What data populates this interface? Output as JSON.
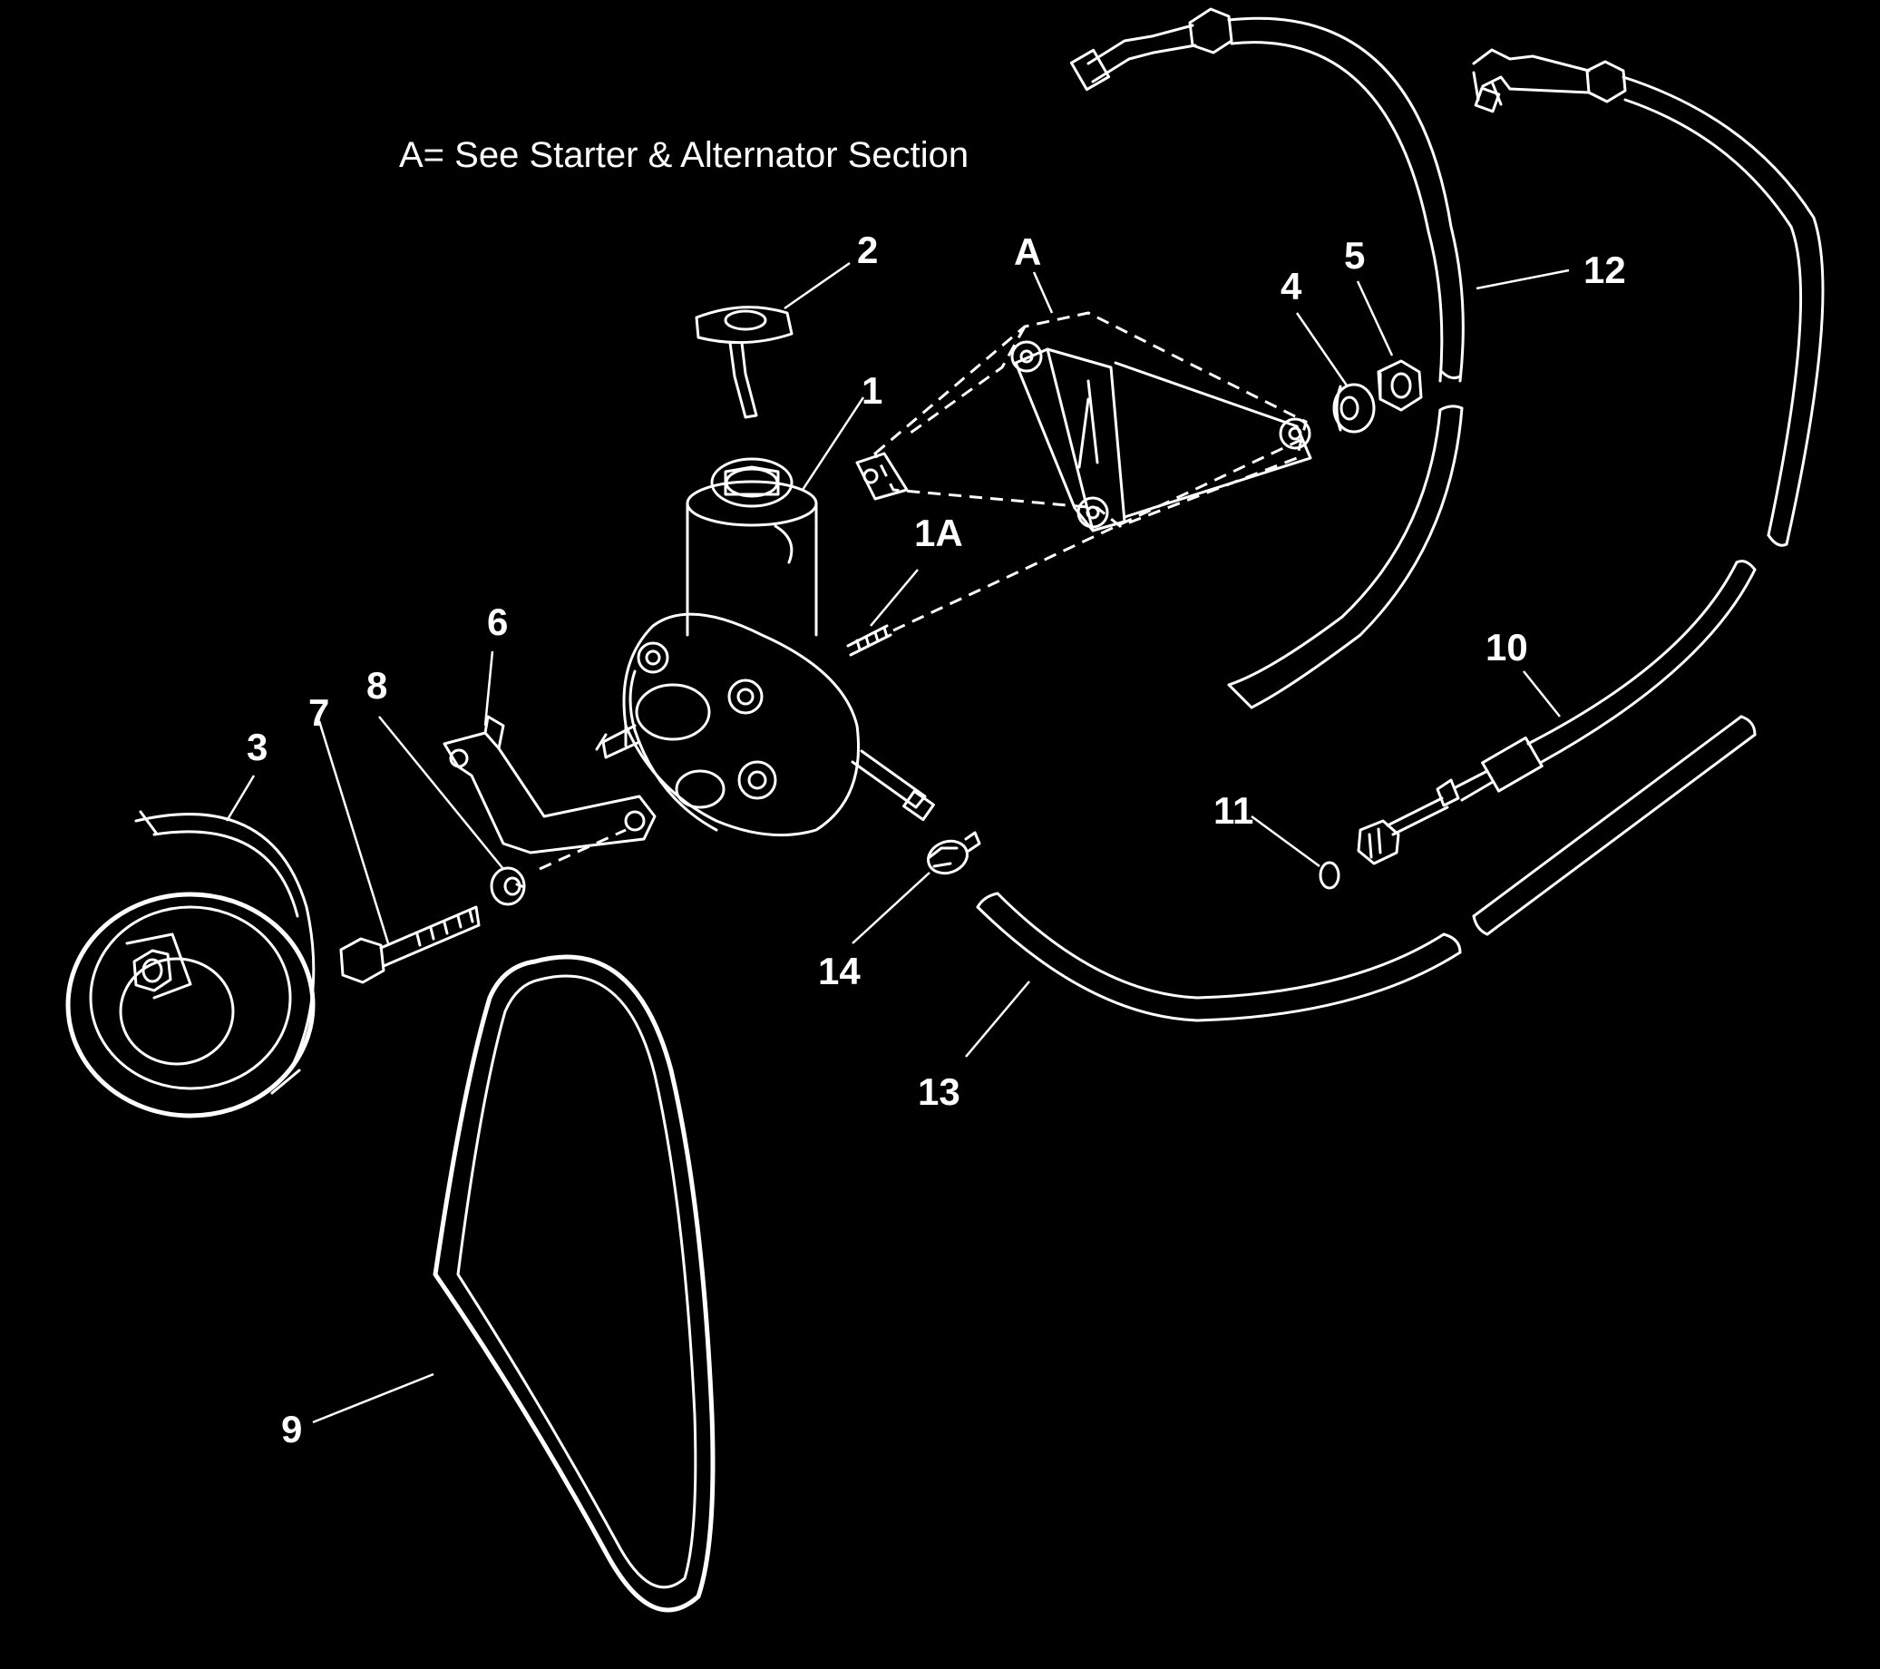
{
  "note": "A= See Starter & Alternator Section",
  "callouts": {
    "c1": "1",
    "c1a": "1A",
    "c2": "2",
    "c3": "3",
    "c4": "4",
    "c5": "5",
    "c6": "6",
    "c7": "7",
    "c8": "8",
    "c9": "9",
    "c10": "10",
    "c11": "11",
    "c12": "12",
    "c13": "13",
    "c14": "14",
    "cA": "A"
  },
  "colors": {
    "background": "#000000",
    "line": "#ffffff"
  }
}
